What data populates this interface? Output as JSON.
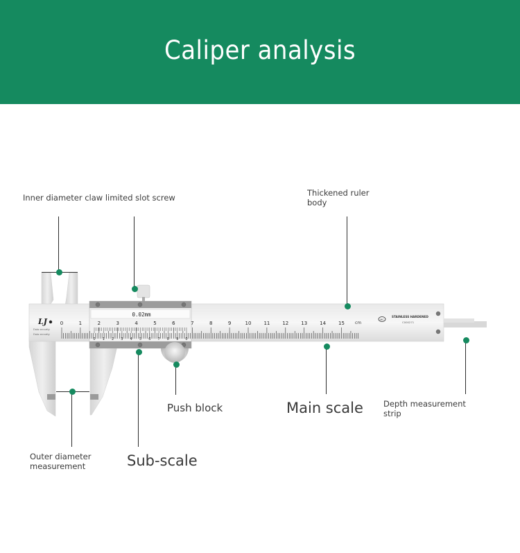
{
  "header": {
    "title": "Caliper analysis",
    "background_color": "#158a5f",
    "accent_dot_color": "#158a5f"
  },
  "callouts": {
    "inner_diameter_screw": "Inner diameter claw limited slot screw",
    "thickened_ruler_body": [
      "Thickened ruler",
      "body"
    ],
    "push_block": "Push block",
    "main_scale": "Main scale",
    "depth_strip": [
      "Depth measurement",
      "strip"
    ],
    "outer_diameter": [
      "Outer diameter",
      "measurement"
    ],
    "sub_scale": "Sub-scale"
  },
  "caliper": {
    "brand_mark": "LJ",
    "brand_sub_lines": [
      "Data security",
      "Data security"
    ],
    "vernier_resolution": "0.02mm",
    "main_scale_numbers": [
      "0",
      "1",
      "2",
      "3",
      "4",
      "5",
      "6",
      "7",
      "8",
      "9",
      "10",
      "11",
      "12",
      "13",
      "14",
      "15"
    ],
    "main_scale_unit": "cm",
    "vernier_numbers": [
      "0",
      "1",
      "2",
      "3",
      "4",
      "5",
      "6",
      "7",
      "8",
      "9",
      "0"
    ],
    "material_text": "STAINLESS HARDENED",
    "serial_text": "C000271",
    "cert_mark": "MC"
  }
}
